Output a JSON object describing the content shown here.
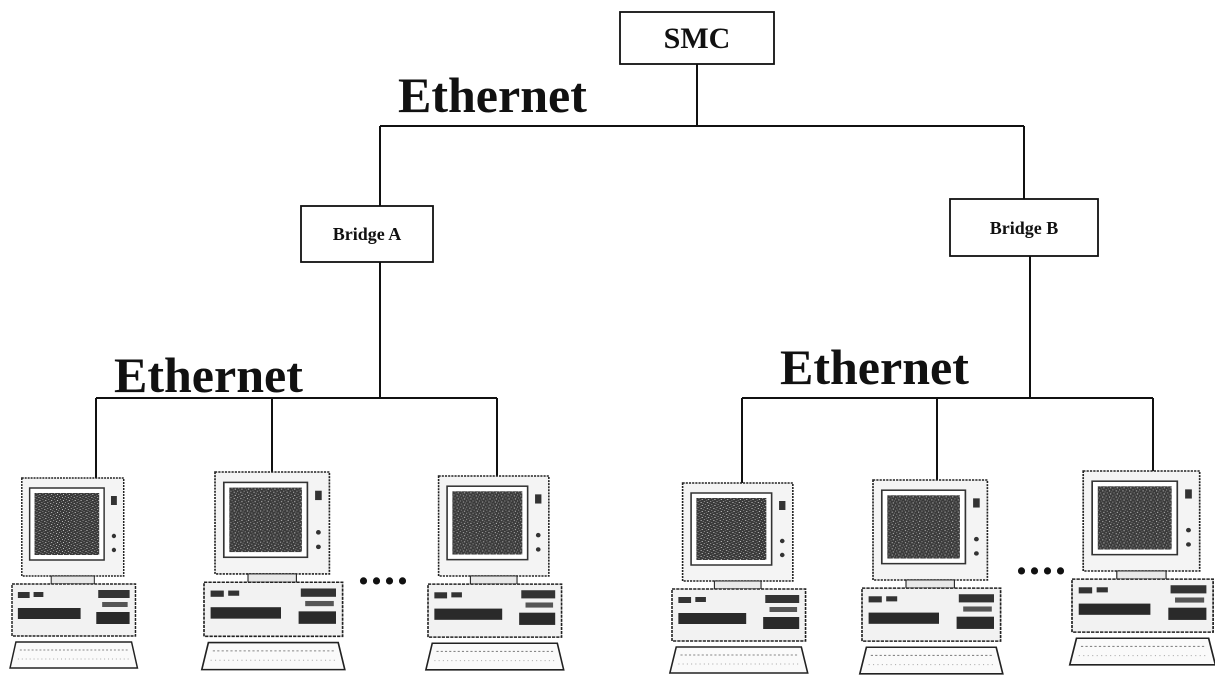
{
  "nodes": {
    "smc": {
      "label": "SMC"
    },
    "bridge_a": {
      "label": "Bridge A"
    },
    "bridge_b": {
      "label": "Bridge B"
    }
  },
  "networks": {
    "top": {
      "label": "Ethernet"
    },
    "left": {
      "label": "Ethernet"
    },
    "right": {
      "label": "Ethernet"
    }
  },
  "ellipsis": {
    "left": "....",
    "right": "...."
  },
  "computers": {
    "left_count_shown": 3,
    "right_count_shown": 3
  }
}
